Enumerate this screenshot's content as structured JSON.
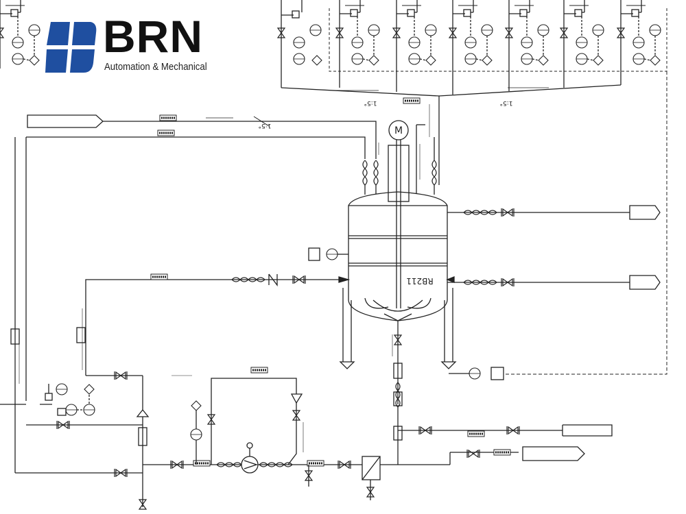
{
  "brand": {
    "name": "BRN",
    "subtitle": "Automation & Mechanical",
    "mark_color": "#1f4fa0",
    "text_color": "#111111"
  },
  "vessel": {
    "tag": "RB211",
    "motor_symbol": "M"
  },
  "slopes": [
    "1:5°",
    "1:5°",
    "1:5°"
  ],
  "colors": {
    "line": "#222222",
    "background": "#ffffff"
  }
}
